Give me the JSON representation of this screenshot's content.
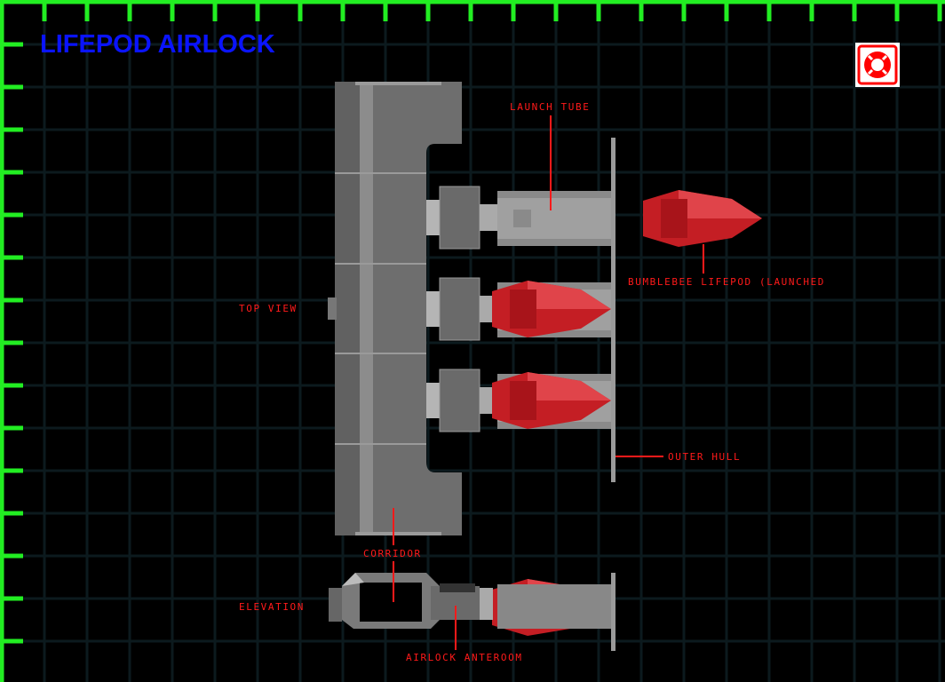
{
  "title": "LIFEPOD AIRLOCK",
  "icon": "lifebuoy-icon",
  "colors": {
    "ruler": "#22ee22",
    "grid": "#0c1a1e",
    "label": "#ff1a1a",
    "title": "#0a14ff",
    "hull": "#8a8a8a",
    "pod": "#c41e24"
  },
  "labels": {
    "launch_tube": "LAUNCH TUBE",
    "lifepod_launched": "BUMBLEBEE LIFEPOD (LAUNCHED",
    "top_view": "TOP VIEW",
    "outer_hull": "OUTER HULL",
    "corridor": "CORRIDOR",
    "elevation": "ELEVATION",
    "airlock_anteroom": "AIRLOCK ANTEROOM"
  }
}
